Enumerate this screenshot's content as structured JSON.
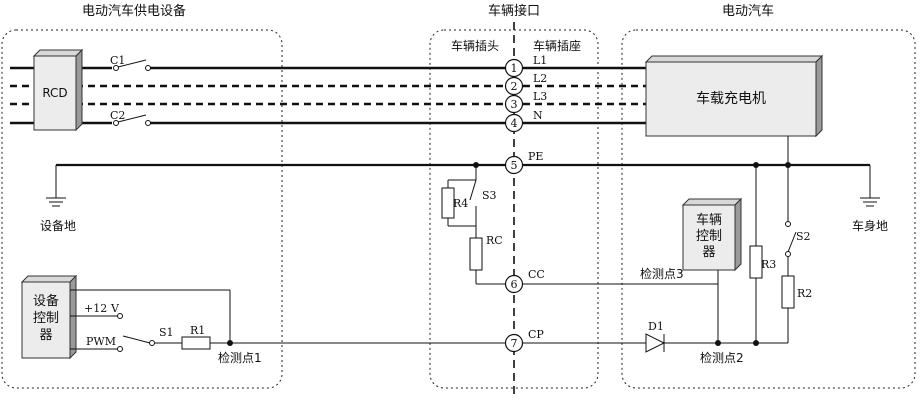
{
  "sections": {
    "supply": "电动汽车供电设备",
    "interface": "车辆接口",
    "vehicle": "电动汽车"
  },
  "interface_sides": {
    "plug": "车辆插头",
    "socket": "车辆插座"
  },
  "pins": [
    {
      "num": "1",
      "label": "L1"
    },
    {
      "num": "2",
      "label": "L2"
    },
    {
      "num": "3",
      "label": "L3"
    },
    {
      "num": "4",
      "label": "N"
    },
    {
      "num": "5",
      "label": "PE"
    },
    {
      "num": "6",
      "label": "CC"
    },
    {
      "num": "7",
      "label": "CP"
    }
  ],
  "components": {
    "rcd": "RCD",
    "c1": "C1",
    "c2": "C2",
    "charger": "车载充电机",
    "equipment_ground": "设备地",
    "body_ground": "车身地",
    "supply_controller": "设备控制器",
    "plus12v": "+12",
    "volt_unit": "V",
    "pwm": "PWM",
    "s1": "S1",
    "r1": "R1",
    "detect1": "检测点1",
    "r4": "R4",
    "s3": "S3",
    "rc": "RC",
    "vehicle_controller": "车辆控制器",
    "detect3": "检测点3",
    "d1": "D1",
    "detect2": "检测点2",
    "r3": "R3",
    "s2": "S2",
    "r2": "R2"
  },
  "colors": {
    "line": "#111111",
    "box_front": "#ececec",
    "box_side": "#9a9a9a"
  }
}
